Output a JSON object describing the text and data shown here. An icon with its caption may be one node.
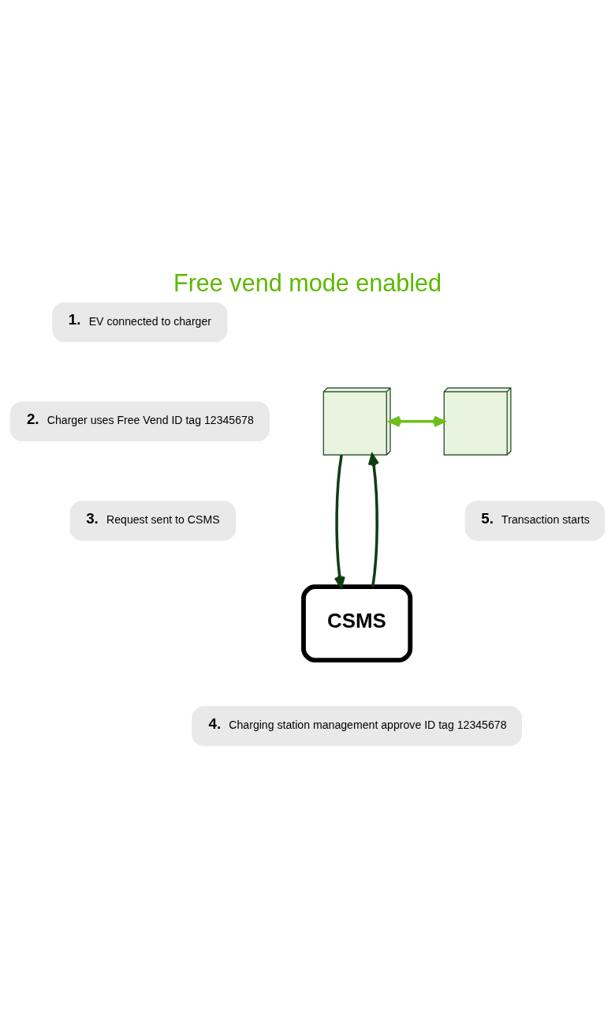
{
  "diagram": {
    "title": "Free vend mode enabled",
    "nodes": [
      {
        "text": [
          "1.",
          "EV connected to charger"
        ]
      },
      {
        "text": [
          "2.",
          "Charger uses Free Vend ID tag 12345678"
        ]
      },
      {
        "text": [],
        "shape": "picture"
      },
      {
        "text": [],
        "shape": "picture"
      },
      {
        "text": [
          "3.",
          "Request sent to CSMS"
        ]
      },
      {
        "text": [
          "5.",
          "Transaction starts"
        ]
      },
      {
        "text": [
          "CSMS"
        ]
      },
      {
        "text": [
          "4.",
          "Charging station management approve ID tag 12345678"
        ]
      }
    ],
    "edges": [
      {
        "from": 2,
        "to": 3,
        "arrow": "both",
        "color": "#6cbf1a"
      },
      {
        "from": 2,
        "to": 6,
        "arrow": "to"
      },
      {
        "from": 6,
        "to": 2,
        "arrow": "to"
      }
    ]
  }
}
